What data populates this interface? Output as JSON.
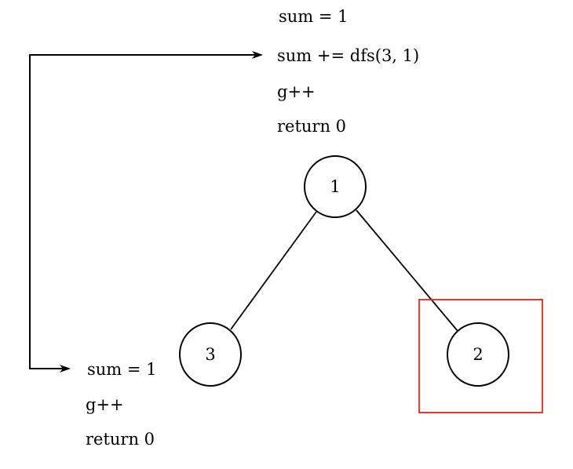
{
  "top_block": {
    "lines": [
      "sum = 1",
      "sum += dfs(3, 1)",
      "g++",
      "return 0"
    ]
  },
  "bottom_block": {
    "lines": [
      "sum = 1",
      "g++",
      "return 0"
    ]
  },
  "nodes": [
    {
      "id": "node-1",
      "label": "1"
    },
    {
      "id": "node-3",
      "label": "3"
    },
    {
      "id": "node-2",
      "label": "2",
      "highlighted": true
    }
  ],
  "edges": [
    [
      "1",
      "3"
    ],
    [
      "1",
      "2"
    ]
  ],
  "colors": {
    "highlight": "#e8231c",
    "stroke": "#000000"
  }
}
